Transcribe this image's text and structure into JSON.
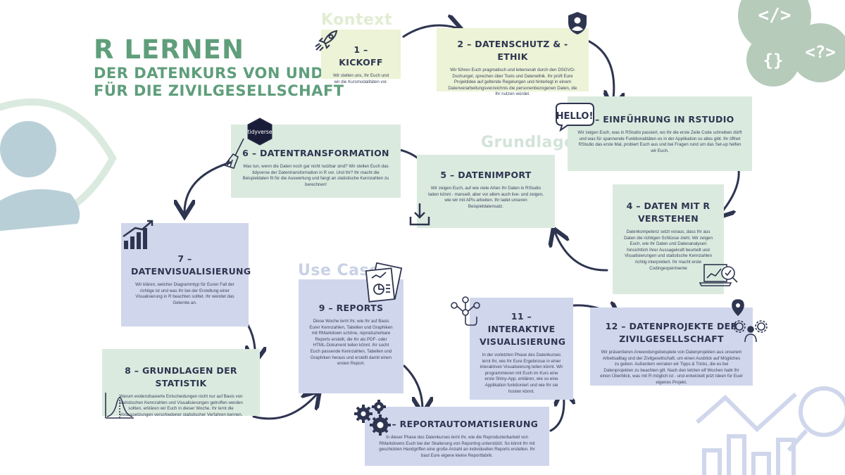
{
  "title": {
    "main": "R LERNEN",
    "sub_line1": "DER DATENKURS VON UND",
    "sub_line2": "FÜR DIE ZIVILGESELLSCHAFT"
  },
  "phases": {
    "kontext": "Kontext",
    "grundlagen": "Grundlagen",
    "use_case": "Use Case"
  },
  "icons": {
    "hello": "HELLO!",
    "tidyverse": "tidyverse"
  },
  "colors": {
    "title_green": "#5f9e7b",
    "yellow_card": "#ecf3d6",
    "green_card": "#dbeadf",
    "blue_card": "#d0d7ec",
    "navy": "#2e3550"
  },
  "steps": [
    {
      "title": "1 – KICKOFF",
      "text": "Wir stellen uns, Ihr Euch und wir die Kursmodalitäten vor."
    },
    {
      "title": "2 – DATENSCHUTZ & -ETHIK",
      "text": "Wir führen Euch pragmatisch und lebensnah durch den DSGVO-Dschungel, sprechen über Tools und Datenethik. Ihr prüft Eure Projektidee auf geltende Regelungen und hinterlegt in einem Datenverarbeitungsverzeichnis die personenbezogenen Daten, die Ihr nutzen würdet."
    },
    {
      "title": "3 – EINFÜHRUNG IN RSTUDIO",
      "text": "Wir zeigen Euch, was in RStudio passiert, wo Ihr die erste Zeile Code schreiben dürft und was für spannende Funktionalitäten es in der Applikation so alles gibt. Ihr öffnet RStudio das erste Mal, probiert Euch aus und bei Fragen rund um das Set-up helfen wir Euch."
    },
    {
      "title": "4 – DATEN MIT R VERSTEHEN",
      "text": "Datenkompetenz setzt voraus, dass Ihr aus Daten die richtigen Schlüsse zieht. Wir zeigen Euch, wie Ihr Daten und Datenanalysen hinsichtlich ihrer Aussagekraft beurteilt und Visualisierungen und statistische Kennzahlen richtig interpretiert. Ihr macht erste Codingexperimente"
    },
    {
      "title": "5 – DATENIMPORT",
      "text": "Wir zeigen Euch, auf wie viele Arten Ihr Daten in RStudio laden könnt - manuell, aber vor allem auch live- und zeigen, wie wir mit APIs arbeiten. Ihr ladet unseren Beispieldatensatz."
    },
    {
      "title": "6 – DATENTRANSFORMATION",
      "text": "Was tun, wenn die Daten noch gar nicht nutzbar sind? Wir stellen Euch das tidyverse der Datentransformation in R vor. Und Ihr? Ihr macht die Beispieldaten fit für die Auswertung und fangt an statistische Kennzahlen zu berechnen!"
    },
    {
      "title": "7 – DATENVISUALISIERUNG",
      "text": "Wir klären, welcher Diagrammtyp für Euren Fall der richtige ist und was Ihr bei der Erstellung einer Visualisierung in R beachten solltet. Ihr wendet das Gelernte an."
    },
    {
      "title": "8 – GRUNDLAGEN DER STATISTIK",
      "text": "Warum evidenzbasierte Entscheidungen nicht nur auf Basis von statistischen Kennzahlen und Visualisierungen getroffen werden sollten, erklären wir Euch in dieser Woche. Ihr lernt die Voraussetzungen verschiedener statistischer Verfahren kennen."
    },
    {
      "title": "9 – REPORTS",
      "text": "Diese Woche lernt Ihr, wie Ihr auf Basis Eurer Kennzahlen, Tabellen und Graphiken mit RMarkdown schöne, reproduzierbare Reports erstellt, die Ihr als PDF- oder HTML-Dokument teilen könnt. Ihr sucht Euch passende Kennzahlen, Tabellen und Graphiken heraus und erstellt damit einen ersten Report."
    },
    {
      "title": "10 – REPORTAUTOMATISIERUNG",
      "text": "In dieser Phase des Datenkurses lernt Ihr, wie die Reproduzierbarkeit von RMarkdowns Euch bei der Skalierung von Reporting unterstützt. So könnt Ihr mit geschickten Handgriffen eine große Anzahl an individuellen Reports erstellen. Ihr baut Eure eigene kleine Reportfabrik."
    },
    {
      "title": "11 – INTERAKTIVE VISUALISIERUNG",
      "text": "In der vorletzten Phase des Datenkurses lernt Ihr, wie Ihr Eure Ergebnisse in einer interaktiven Visualisierung teilen könnt. Wir programmieren mit Euch im Kurs eine erste Shiny-App, erklären, wie so eine Applikation funktioniert und wie Ihr sie hosten könnt."
    },
    {
      "title": "12 – DATENPROJEKTE DER ZIVILGESELLSCHAFT",
      "text": "Wir präsentieren Anwendungsbeispiele von Datenprojekten aus unserem Arbeitsalltag und der Zivilgesellschaft, um einen Ausblick auf Mögliches zu geben. Außerdem verraten wir Tipps & Tricks, die es bei Datenprojekten zu beachten gilt. Nach den letzten elf Wochen habt Ihr einen Überblick, was mit R möglich ist - und entwickelt jetzt Ideen für Euer eigenes Projekt."
    }
  ]
}
